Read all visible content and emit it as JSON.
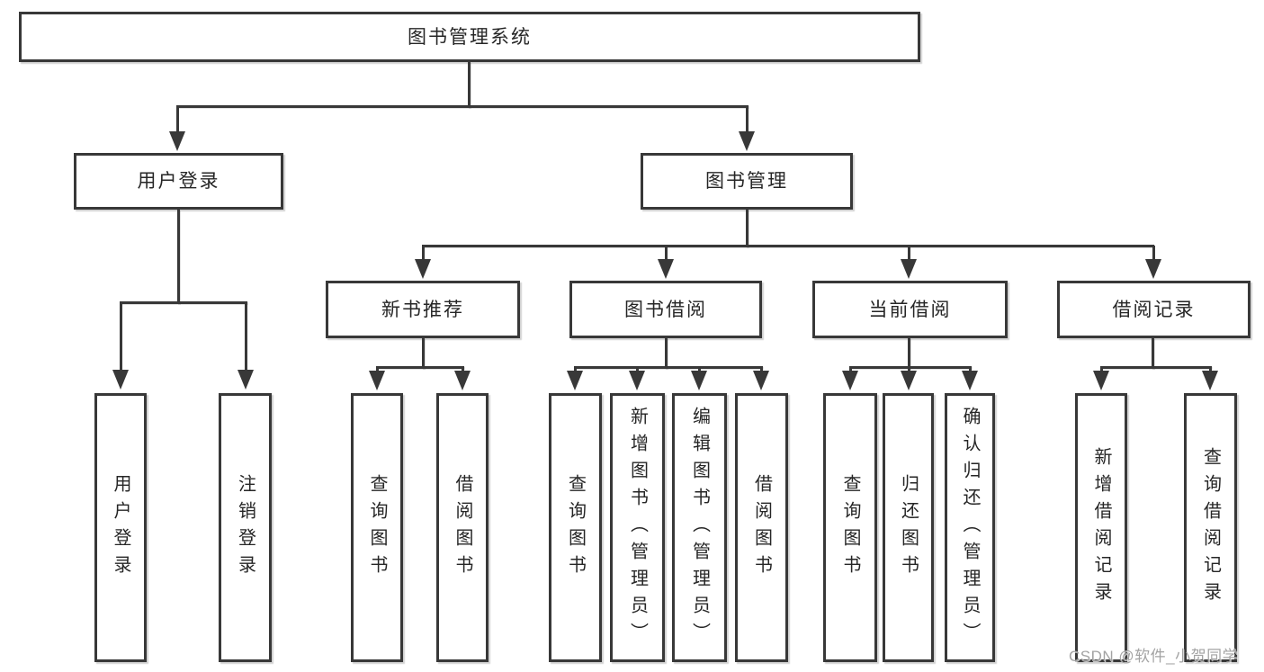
{
  "tree": {
    "root": "图书管理系统",
    "children": [
      {
        "label": "用户登录",
        "children": [
          "用户登录",
          "注销登录"
        ]
      },
      {
        "label": "图书管理",
        "children": [
          {
            "label": "新书推荐",
            "children": [
              "查询图书",
              "借阅图书"
            ]
          },
          {
            "label": "图书借阅",
            "children": [
              "查询图书",
              "新增图书（管理员）",
              "编辑图书（管理员）",
              "借阅图书"
            ]
          },
          {
            "label": "当前借阅",
            "children": [
              "查询图书",
              "归还图书",
              "确认归还（管理员）"
            ]
          },
          {
            "label": "借阅记录",
            "children": [
              "新增借阅记录",
              "查询借阅记录"
            ]
          }
        ]
      }
    ]
  },
  "watermark": "CSDN @软件_小贺同学",
  "colors": {
    "line": "#383838",
    "text": "#262626",
    "box_background": "#ffffff",
    "watermark": "#a3a3a3",
    "background": "#ffffff"
  }
}
